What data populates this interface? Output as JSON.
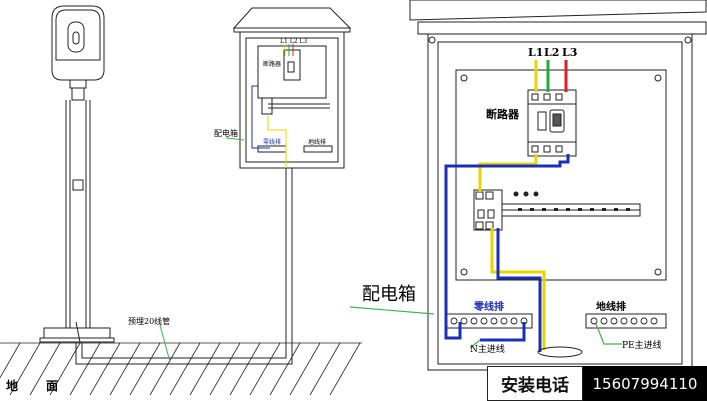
{
  "left": {
    "ground_char1": "地",
    "ground_char2": "面",
    "conduit_label": "预埋20线管",
    "box_label": "配电箱",
    "breaker_label_small": "断路器",
    "zero_bar_small": "零线排",
    "ground_bar_small": "地线排",
    "phase_small": "L1 L2 L3"
  },
  "right": {
    "l1": "L1",
    "l2": "L2",
    "l3": "L3",
    "breaker_label": "断路器",
    "box_label": "配电箱",
    "zero_bar_label": "零线排",
    "ground_bar_label": "地线排",
    "n_main": "N主进线",
    "pe_main": "PE主进线"
  },
  "contact": {
    "label": "安装电话",
    "phone": "15607994110"
  },
  "colors": {
    "neutral_wire": "#1a2fb8",
    "l1_wire": "#e8d400",
    "l2_wire": "#1fae3a",
    "l3_wire": "#e01f1f",
    "ground_wire": "#3bb54a",
    "bar_label": "#1a2fb8"
  }
}
